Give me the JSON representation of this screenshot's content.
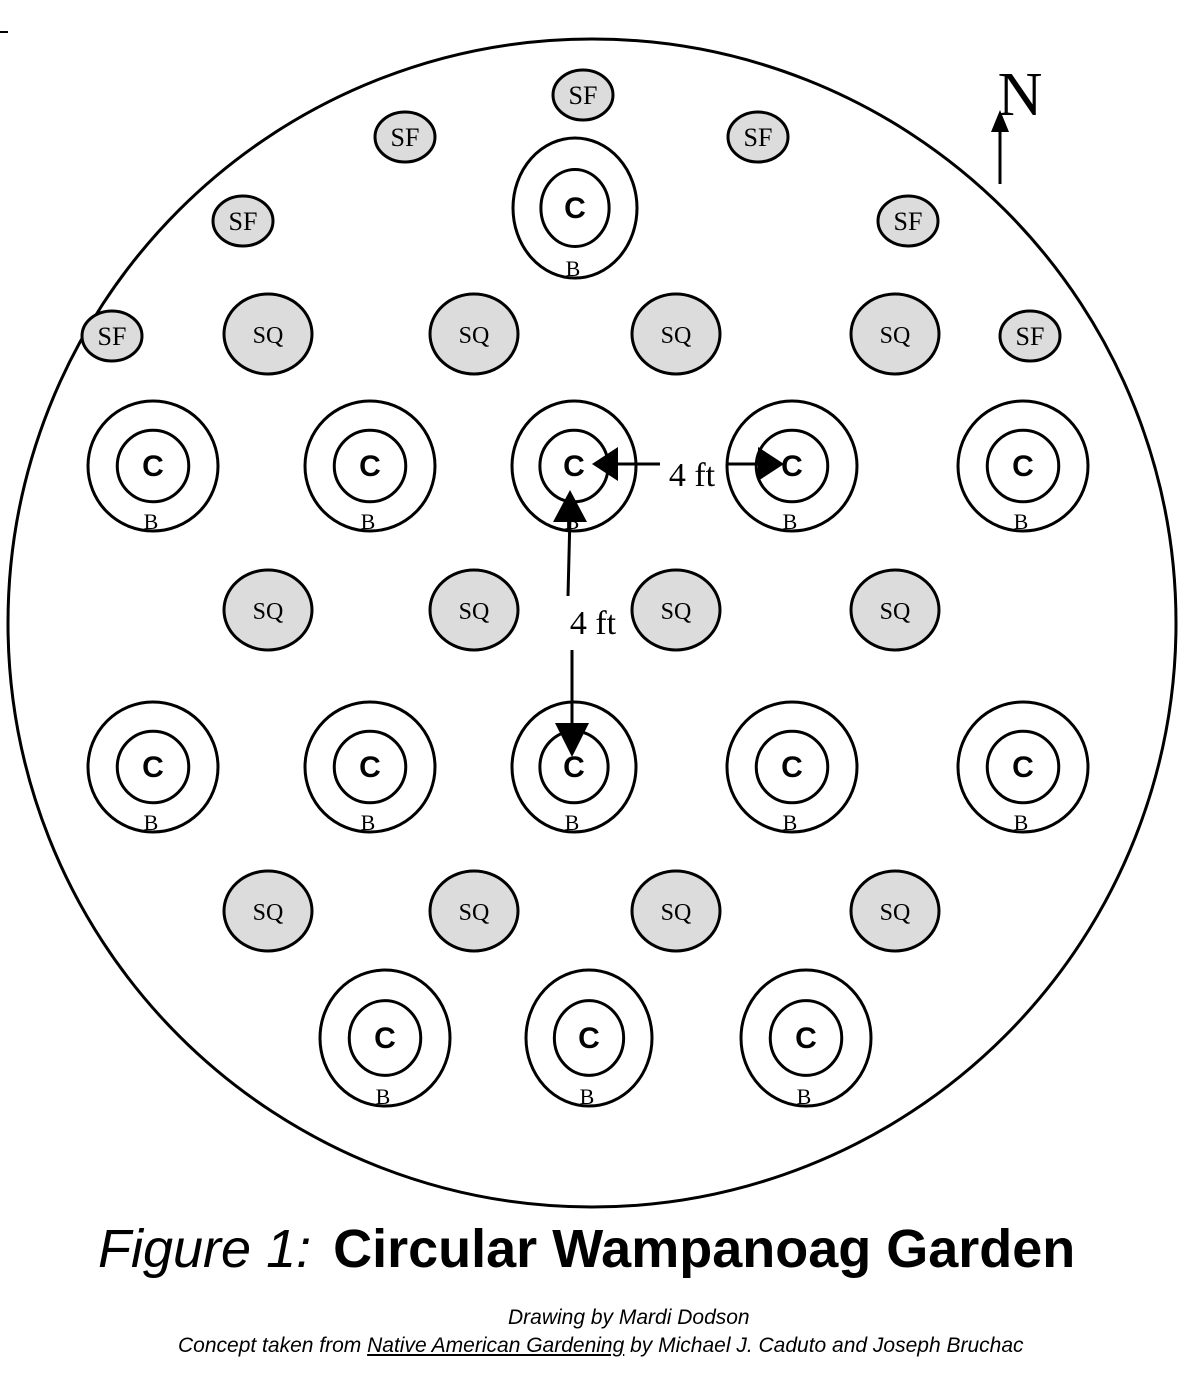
{
  "north_label": "N",
  "plant_labels": {
    "corn": "C",
    "bean": "B",
    "squash": "SQ",
    "sunflower": "SF"
  },
  "spacing_labels": {
    "horizontal": "4 ft",
    "vertical": "4 ft"
  },
  "colors": {
    "outline": "#000000",
    "hill_fill": "#ffffff",
    "squash_fill": "#dcdcdc",
    "sunflower_fill": "#dcdcdc"
  },
  "caption": {
    "figure_number": "Figure 1:",
    "figure_title": "Circular Wampanoag Garden",
    "credit": "Drawing by Mardi Dodson",
    "concept_prefix": "Concept taken from ",
    "concept_book": "Native American Gardening",
    "concept_suffix": " by Michael J. Caduto and Joseph Bruchac"
  }
}
